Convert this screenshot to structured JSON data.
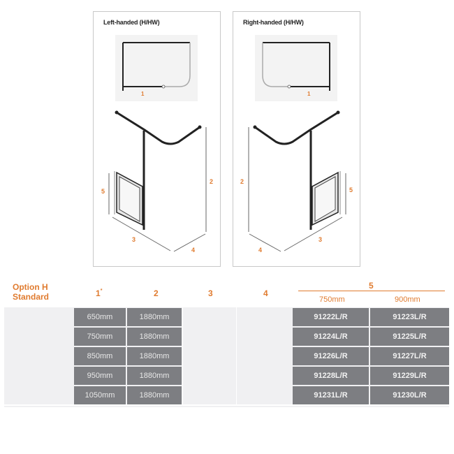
{
  "diagrams": {
    "left": {
      "title": "Left-handed (H/HW)",
      "plan_label": "1",
      "dim_labels": {
        "d2": "2",
        "d3": "3",
        "d4": "4",
        "d5": "5"
      }
    },
    "right": {
      "title": "Right-handed (H/HW)",
      "plan_label": "1",
      "dim_labels": {
        "d2": "2",
        "d3": "3",
        "d4": "4",
        "d5": "5"
      }
    }
  },
  "table": {
    "option_label_line1": "Option H",
    "option_label_line2": "Standard",
    "columns": [
      "1",
      "2",
      "3",
      "4",
      "5"
    ],
    "col1_mark": "*",
    "col5_subheaders": [
      "750mm",
      "900mm"
    ],
    "rows": [
      {
        "c1": "650mm",
        "c2": "1880mm",
        "c5a": "91222L/R",
        "c5b": "91223L/R"
      },
      {
        "c1": "750mm",
        "c2": "1880mm",
        "c5a": "91224L/R",
        "c5b": "91225L/R"
      },
      {
        "c1": "850mm",
        "c2": "1880mm",
        "c5a": "91226L/R",
        "c5b": "91227L/R"
      },
      {
        "c1": "950mm",
        "c2": "1880mm",
        "c5a": "91228L/R",
        "c5b": "91229L/R"
      },
      {
        "c1": "1050mm",
        "c2": "1880mm",
        "c5a": "91231L/R",
        "c5b": "91230L/R"
      }
    ]
  },
  "colors": {
    "accent": "#e07b2f",
    "cell_bg": "#7d7e82",
    "table_bg": "#f0f0f2"
  }
}
